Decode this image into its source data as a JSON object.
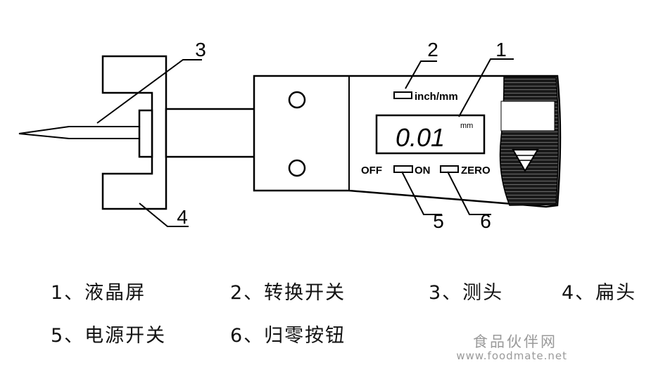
{
  "callouts": {
    "c1": "1",
    "c2": "2",
    "c3": "3",
    "c4": "4",
    "c5": "5",
    "c6": "6"
  },
  "device": {
    "mode_switch_label": "inch/mm",
    "display_value": "0.01",
    "display_unit": "mm",
    "power_off_label": "OFF",
    "power_on_label": "ON",
    "zero_label": "ZERO"
  },
  "legend": {
    "item1": "1、液晶屏",
    "item2": "2、转换开关",
    "item3": "3、测头",
    "item4": "4、扁头",
    "item5": "5、电源开关",
    "item6": "6、归零按钮"
  },
  "watermark": {
    "name": "食品伙伴网",
    "url": "www.foodmate.net"
  }
}
